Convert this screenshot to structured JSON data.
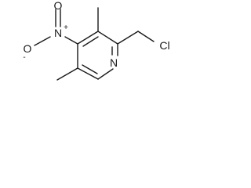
{
  "molecule": {
    "atoms": {
      "nitrogen_ring": "N",
      "chlorine": "Cl",
      "nitro_nitrogen": "N",
      "nitro_oxygen_double": "O",
      "nitro_oxygen_single": "O"
    },
    "charges": {
      "nitro_nitrogen": "+",
      "nitro_oxygen_single": "-"
    }
  }
}
